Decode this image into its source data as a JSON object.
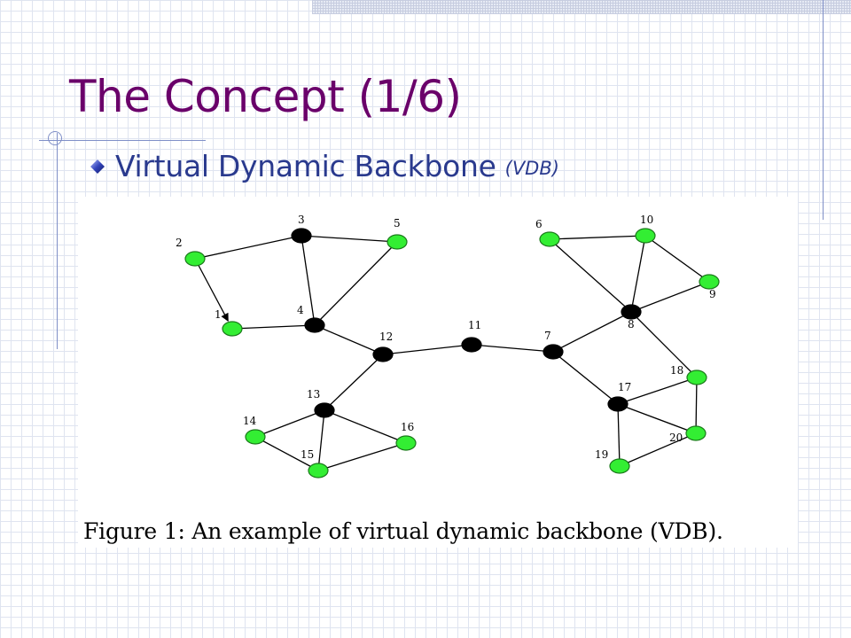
{
  "slide": {
    "title": "The Concept (1/6)",
    "bullet_text": "Virtual Dynamic Backbone",
    "bullet_paren": "(VDB)",
    "caption": "Figure 1:  An example of virtual dynamic backbone (VDB)."
  },
  "colors": {
    "title": "#6a006a",
    "bullet_text": "#2a3a8e",
    "backbone_node": "#000000",
    "regular_node": "#33ee33"
  },
  "icons": {
    "bullet": "diamond-icon"
  },
  "graph": {
    "nodes": [
      {
        "id": "1",
        "label": "1",
        "type": "regular"
      },
      {
        "id": "2",
        "label": "2",
        "type": "regular"
      },
      {
        "id": "3",
        "label": "3",
        "type": "backbone"
      },
      {
        "id": "4",
        "label": "4",
        "type": "backbone"
      },
      {
        "id": "5",
        "label": "5",
        "type": "regular"
      },
      {
        "id": "6",
        "label": "6",
        "type": "regular"
      },
      {
        "id": "7",
        "label": "7",
        "type": "backbone"
      },
      {
        "id": "8",
        "label": "8",
        "type": "backbone"
      },
      {
        "id": "9",
        "label": "9",
        "type": "regular"
      },
      {
        "id": "10",
        "label": "10",
        "type": "regular"
      },
      {
        "id": "11",
        "label": "11",
        "type": "backbone"
      },
      {
        "id": "12",
        "label": "12",
        "type": "backbone"
      },
      {
        "id": "13",
        "label": "13",
        "type": "backbone"
      },
      {
        "id": "14",
        "label": "14",
        "type": "regular"
      },
      {
        "id": "15",
        "label": "15",
        "type": "regular"
      },
      {
        "id": "16",
        "label": "16",
        "type": "regular"
      },
      {
        "id": "17",
        "label": "17",
        "type": "backbone"
      },
      {
        "id": "18",
        "label": "18",
        "type": "regular"
      },
      {
        "id": "19",
        "label": "19",
        "type": "regular"
      },
      {
        "id": "20",
        "label": "20",
        "type": "regular"
      }
    ],
    "edges": [
      {
        "from": "2",
        "to": "3",
        "arrow": false
      },
      {
        "from": "2",
        "to": "1",
        "arrow": true
      },
      {
        "from": "1",
        "to": "4",
        "arrow": false
      },
      {
        "from": "3",
        "to": "5",
        "arrow": false
      },
      {
        "from": "3",
        "to": "4",
        "arrow": false
      },
      {
        "from": "5",
        "to": "4",
        "arrow": false
      },
      {
        "from": "4",
        "to": "12",
        "arrow": false
      },
      {
        "from": "12",
        "to": "11",
        "arrow": false
      },
      {
        "from": "11",
        "to": "7",
        "arrow": false
      },
      {
        "from": "12",
        "to": "13",
        "arrow": false
      },
      {
        "from": "13",
        "to": "14",
        "arrow": false
      },
      {
        "from": "13",
        "to": "15",
        "arrow": false
      },
      {
        "from": "13",
        "to": "16",
        "arrow": false
      },
      {
        "from": "14",
        "to": "15",
        "arrow": false
      },
      {
        "from": "15",
        "to": "16",
        "arrow": false
      },
      {
        "from": "7",
        "to": "8",
        "arrow": false
      },
      {
        "from": "7",
        "to": "17",
        "arrow": false
      },
      {
        "from": "6",
        "to": "10",
        "arrow": false
      },
      {
        "from": "6",
        "to": "8",
        "arrow": false
      },
      {
        "from": "10",
        "to": "8",
        "arrow": false
      },
      {
        "from": "10",
        "to": "9",
        "arrow": false
      },
      {
        "from": "9",
        "to": "8",
        "arrow": false
      },
      {
        "from": "8",
        "to": "18",
        "arrow": false
      },
      {
        "from": "17",
        "to": "18",
        "arrow": false
      },
      {
        "from": "17",
        "to": "20",
        "arrow": false
      },
      {
        "from": "17",
        "to": "19",
        "arrow": false
      },
      {
        "from": "18",
        "to": "20",
        "arrow": false
      },
      {
        "from": "19",
        "to": "20",
        "arrow": false
      }
    ]
  }
}
